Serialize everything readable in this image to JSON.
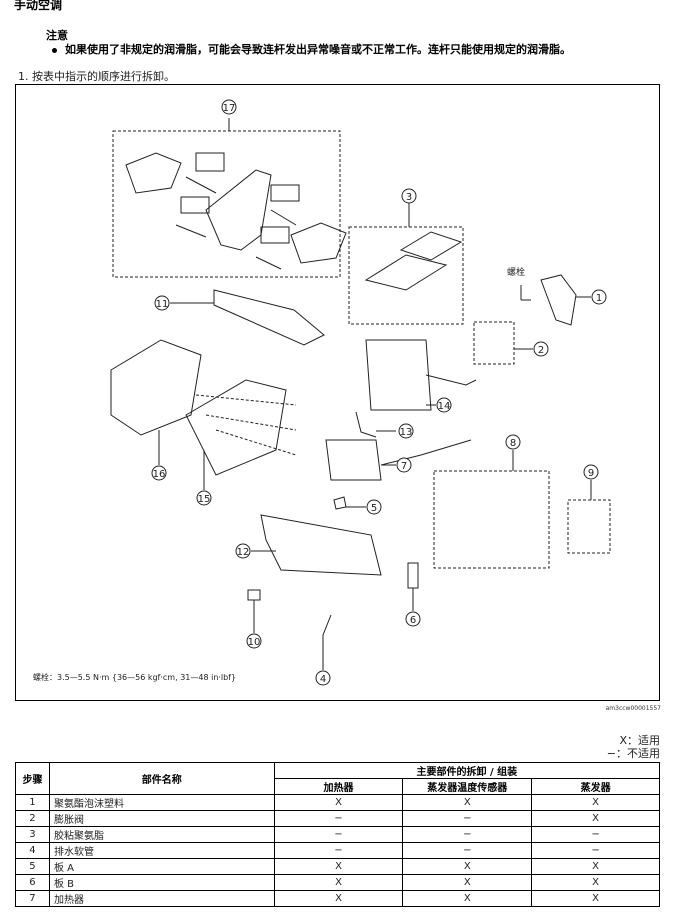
{
  "section_title": "手动空调",
  "note": {
    "heading": "注意",
    "bullet": "如果使用了非规定的润滑脂，可能会导致连杆发出异常噪音或不正常工作。连杆只能使用规定的润滑脂。"
  },
  "instruction": "1. 按表中指示的顺序进行拆卸。",
  "diagram": {
    "bolt_label": "螺栓",
    "torque_spec": "螺栓：3.5—5.5 N·m {36—56 kgf·cm, 31—48 in·lbf}",
    "figure_id": "am3ccw00001557",
    "callouts": [
      "1",
      "2",
      "3",
      "4",
      "5",
      "6",
      "7",
      "8",
      "9",
      "10",
      "11",
      "12",
      "13",
      "14",
      "15",
      "16",
      "17"
    ]
  },
  "legend": {
    "applicable": "X：适用",
    "not_applicable": "−：不适用"
  },
  "table": {
    "col_step": "步骤",
    "col_name": "部件名称",
    "group_header": "主要部件的拆卸 / 组装",
    "sub_headers": [
      "加热器",
      "蒸发器温度传感器",
      "蒸发器"
    ],
    "rows": [
      {
        "step": "1",
        "name": "聚氨酯泡沫塑料",
        "heater": "X",
        "sensor": "X",
        "evaporator": "X"
      },
      {
        "step": "2",
        "name": "膨胀阀",
        "heater": "−",
        "sensor": "−",
        "evaporator": "X"
      },
      {
        "step": "3",
        "name": "胶粘聚氨脂",
        "heater": "−",
        "sensor": "−",
        "evaporator": "−"
      },
      {
        "step": "4",
        "name": "排水软管",
        "heater": "−",
        "sensor": "−",
        "evaporator": "−"
      },
      {
        "step": "5",
        "name": "板 A",
        "heater": "X",
        "sensor": "X",
        "evaporator": "X"
      },
      {
        "step": "6",
        "name": "板 B",
        "heater": "X",
        "sensor": "X",
        "evaporator": "X"
      },
      {
        "step": "7",
        "name": "加热器",
        "heater": "X",
        "sensor": "X",
        "evaporator": "X"
      }
    ]
  }
}
